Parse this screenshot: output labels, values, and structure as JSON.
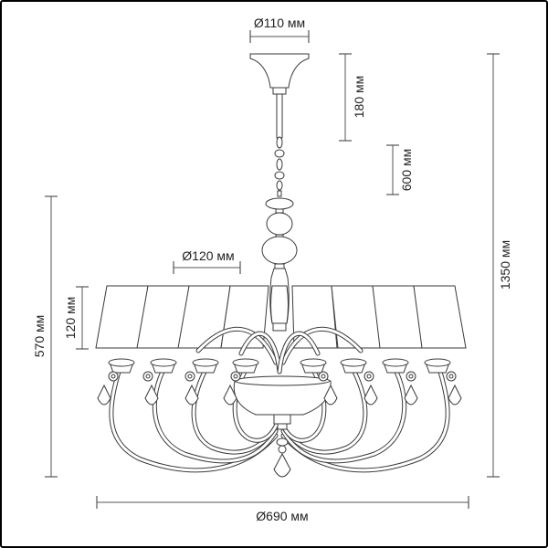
{
  "dimensions": {
    "canopy_diameter": "Ø110 мм",
    "canopy_height": "180 мм",
    "chain_length": "600 мм",
    "shade_diameter": "Ø120 мм",
    "total_height": "1350 мм",
    "body_height": "570 мм",
    "shade_height": "120 мм",
    "overall_diameter": "Ø690 мм"
  },
  "colors": {
    "outline": "#3a3a3a",
    "dimension_line": "#555555"
  }
}
